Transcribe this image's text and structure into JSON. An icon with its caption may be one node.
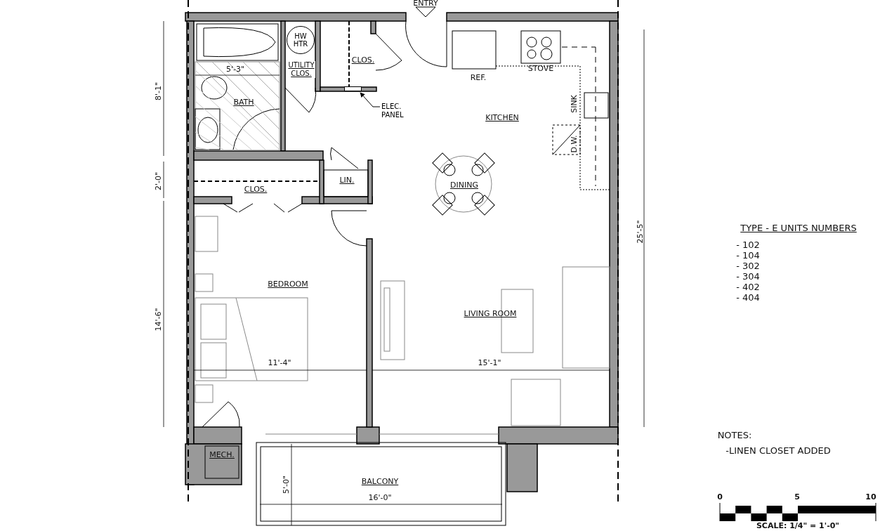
{
  "diagram": {
    "nodes": [
      {
        "text": [
          "HW HTR"
        ]
      },
      {
        "text": [
          "ELEC. PANEL"
        ]
      },
      {
        "text": [],
        "shape": "box"
      }
    ],
    "edges": [
      {
        "from": 1,
        "to": 2,
        "arrow": "to"
      }
    ],
    "labels": [
      "ENTRY",
      "5'-3\"",
      "UTILITY CLOS.",
      "CLOS.",
      "REF.",
      "STOVE",
      "8'-1\"",
      "BATH",
      "KITCHEN",
      "SINK",
      "D.W.",
      "2'-0\"",
      "CLOS.",
      "LIN.",
      "DINING",
      "25'-5\"",
      "TYPE - E UNITS NUMBERS",
      "- 102",
      "- 104",
      "- 302",
      "- 304",
      "- 402",
      "- 404",
      "BEDROOM",
      "LIVING ROOM",
      "14'-6\"",
      "11'-4\"",
      "15'-1\"",
      "NOTES:",
      "-LINEN CLOSET ADDED",
      "MECH.",
      "BALCONY",
      "5'-0\"",
      "16'-0\"",
      "0",
      "5",
      "10",
      "SCALE: 1/4\" = 1'-0\""
    ]
  }
}
